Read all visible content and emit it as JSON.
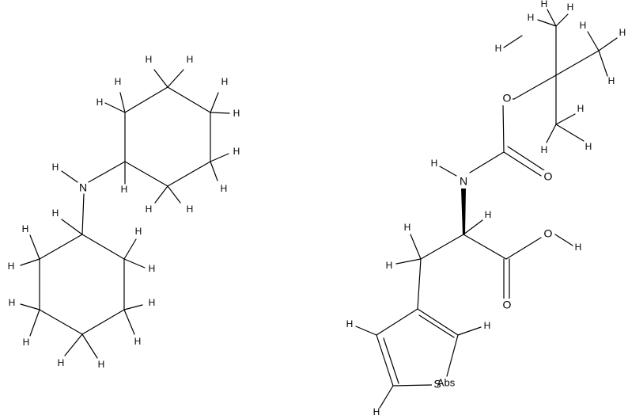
{
  "molecule_1": {
    "nitrogen_label": "N",
    "hydrogen_label": "H"
  },
  "molecule_2": {
    "nitrogen_label": "N",
    "oxygen_label": "O",
    "sulfur_label": "S",
    "abs_label": "Abs",
    "hydrogen_label": "H"
  }
}
